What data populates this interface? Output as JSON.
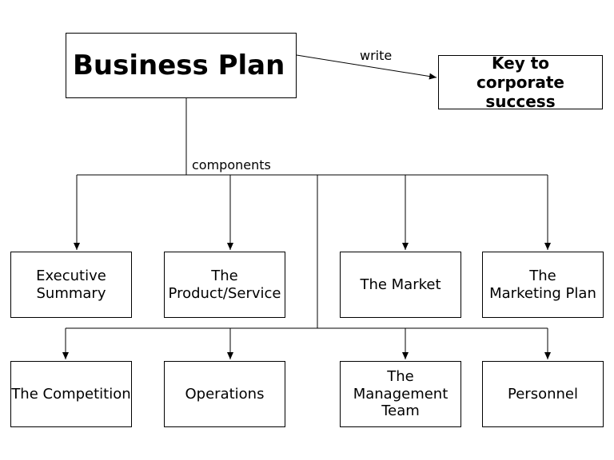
{
  "diagram": {
    "root": "Business Plan",
    "key_node": "Key to\ncorporate success",
    "edges": {
      "write": "write",
      "components": "components"
    },
    "row1": [
      "Executive\nSummary",
      "The\nProduct/Service",
      "The Market",
      "The\nMarketing Plan"
    ],
    "row2": [
      "The Competition",
      "Operations",
      "The\nManagement\nTeam",
      "Personnel"
    ]
  }
}
